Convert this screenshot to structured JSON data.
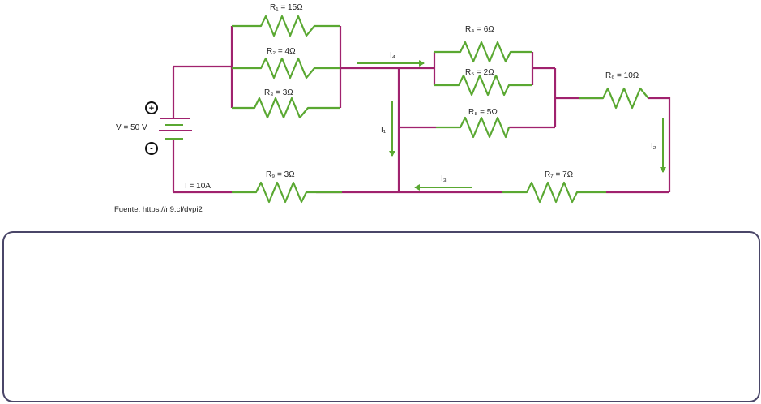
{
  "colors": {
    "wire": "#a0226e",
    "resistor": "#5aa832",
    "arrow": "#5aa832",
    "text": "#222222"
  },
  "diagram": {
    "source": {
      "voltage_label": "V = 50 V",
      "plus_symbol": "+",
      "minus_symbol": "-",
      "current_label": "I = 10A"
    },
    "resistors": {
      "r1": {
        "name": "R₁",
        "value": "15Ω"
      },
      "r2": {
        "name": "R₂",
        "value": "4Ω"
      },
      "r3": {
        "name": "R₃",
        "value": "3Ω"
      },
      "r4": {
        "name": "R₄",
        "value": "6Ω"
      },
      "r5": {
        "name": "R₅",
        "value": "2Ω"
      },
      "r6": {
        "name": "R₆",
        "value": "10Ω"
      },
      "r7": {
        "name": "R₇",
        "value": "7Ω"
      },
      "r8": {
        "name": "R₈",
        "value": "5Ω"
      },
      "r9": {
        "name": "R₉",
        "value": "3Ω"
      }
    },
    "currents": {
      "i1": "I₁",
      "i2": "I₂",
      "i3": "I₃",
      "i4": "I₄"
    }
  },
  "source_citation": "Fuente: https://n9.cl/dvpi2",
  "answer_box": {
    "content": ""
  }
}
